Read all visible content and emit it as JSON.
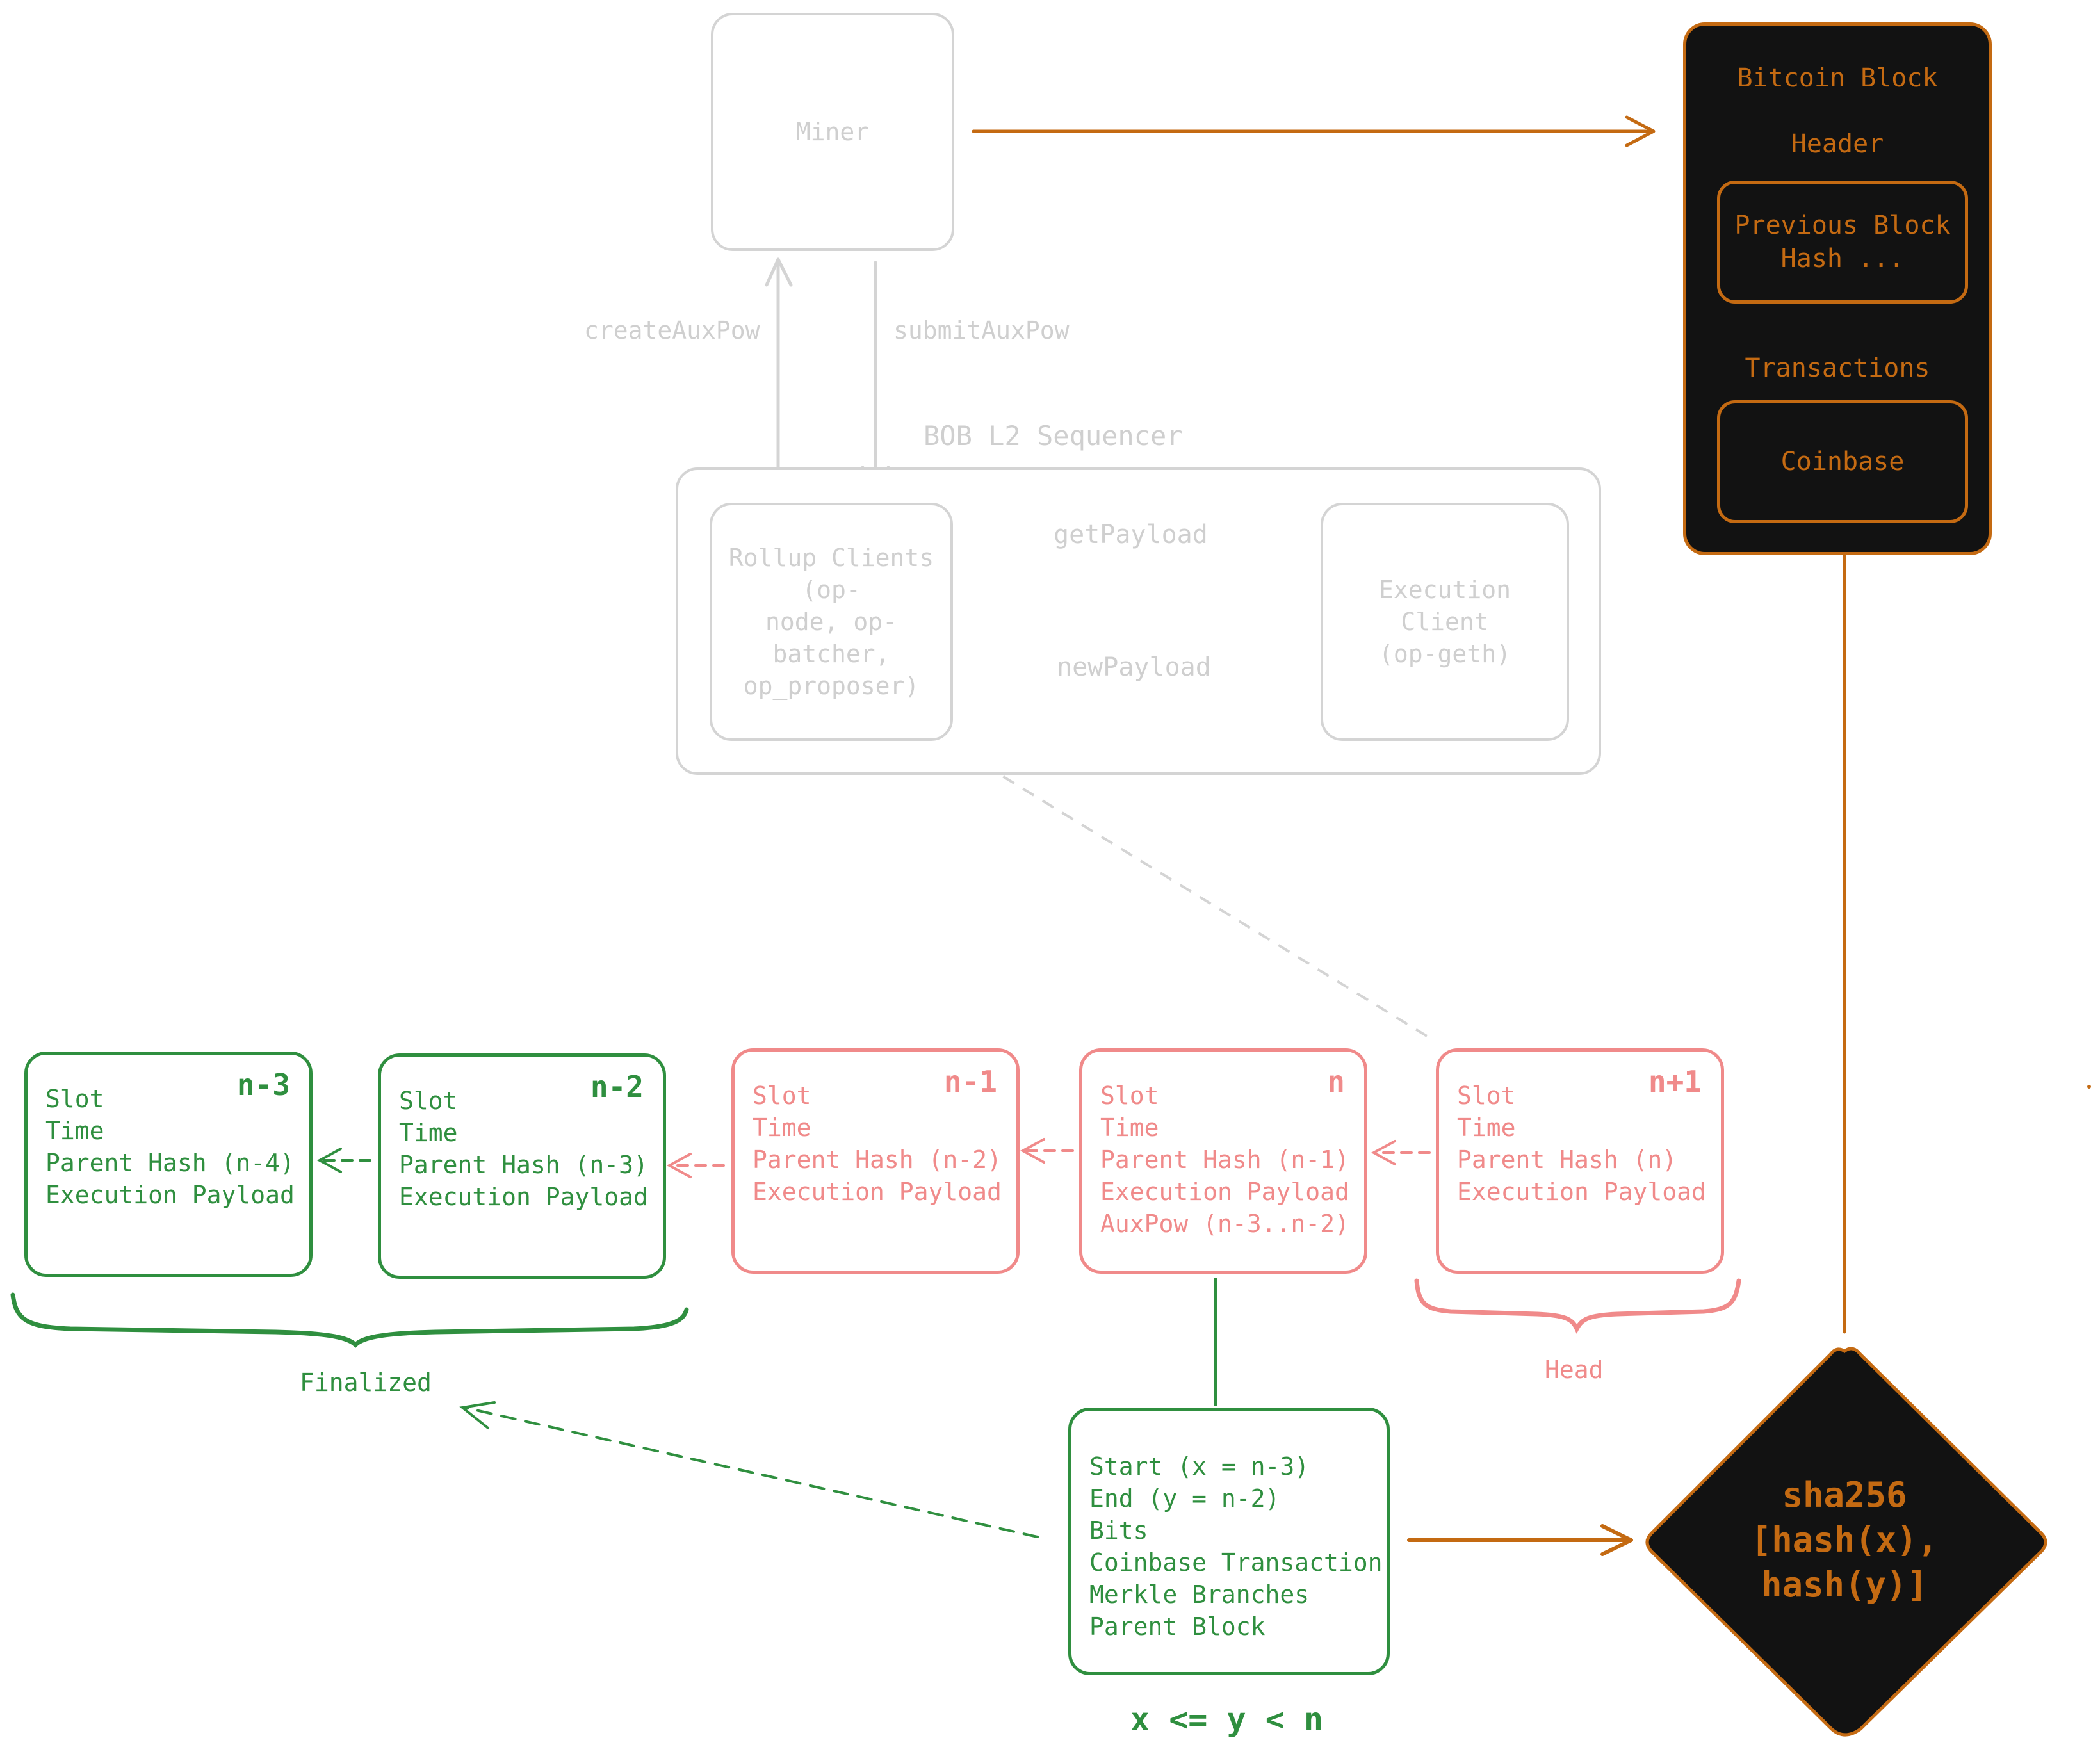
{
  "miner": {
    "label": "Miner"
  },
  "miner_links": {
    "create_label": "createAuxPow",
    "submit_label": "submitAuxPow"
  },
  "sequencer": {
    "title": "BOB L2 Sequencer",
    "rollup_lines": [
      "Rollup Clients (op-",
      "node, op-batcher,",
      "op_proposer)"
    ],
    "execution_lines": [
      "Execution",
      "Client",
      "(op-geth)"
    ],
    "get_payload_label": "getPayload",
    "new_payload_label": "newPayload"
  },
  "bitcoin_block": {
    "title": "Bitcoin Block",
    "header_label": "Header",
    "prev_hash_lines": [
      "Previous Block",
      "Hash ..."
    ],
    "transactions_label": "Transactions",
    "coinbase_label": "Coinbase"
  },
  "blocks": [
    {
      "number": "n-3",
      "status": "finalized",
      "lines": [
        "Slot",
        "Time",
        "Parent Hash (n-4)",
        "Execution Payload"
      ]
    },
    {
      "number": "n-2",
      "status": "finalized",
      "lines": [
        "Slot",
        "Time",
        "Parent Hash (n-3)",
        "Execution Payload"
      ]
    },
    {
      "number": "n-1",
      "status": "pending",
      "lines": [
        "Slot",
        "Time",
        "Parent Hash (n-2)",
        "Execution Payload"
      ]
    },
    {
      "number": "n",
      "status": "pending",
      "lines": [
        "Slot",
        "Time",
        "Parent Hash (n-1)",
        "Execution Payload",
        "AuxPow (n-3..n-2)"
      ]
    },
    {
      "number": "n+1",
      "status": "pending",
      "lines": [
        "Slot",
        "Time",
        "Parent Hash (n)",
        "Execution Payload"
      ]
    }
  ],
  "finalized_label": "Finalized",
  "head_label": "Head",
  "auxpow": {
    "lines": [
      "Start (x = n-3)",
      "End (y = n-2)",
      "Bits",
      "Coinbase Transaction",
      "Merkle Branches",
      "Parent Block"
    ],
    "condition": "x <= y < n"
  },
  "hash_diamond": {
    "lines": [
      "sha256",
      "[hash(x),",
      "hash(y)]"
    ]
  },
  "colors": {
    "grey": "#cfcfcf",
    "orange": "#c46a12",
    "green": "#2f8f3f",
    "red": "#f08a8a",
    "dark": "#121212"
  }
}
